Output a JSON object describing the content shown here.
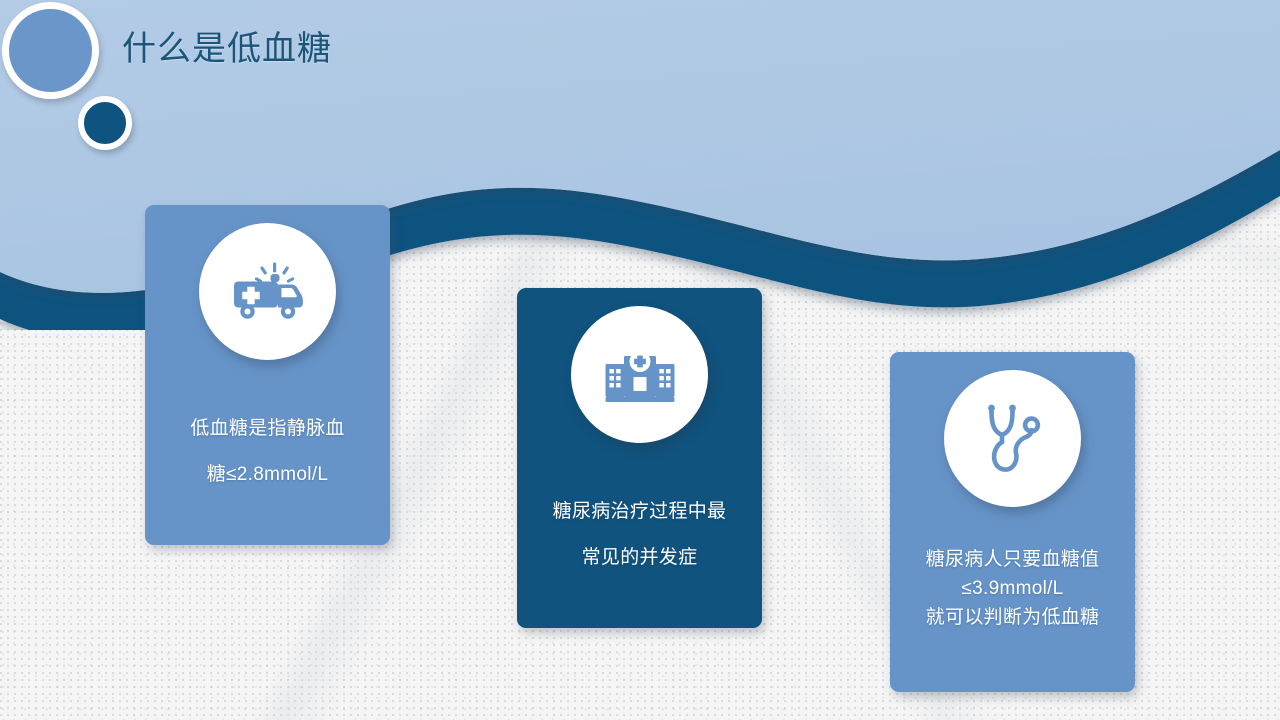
{
  "slide": {
    "title": "什么是低血糖",
    "background_color": "#f5f5f5",
    "header_color": "#aec9e4",
    "accent_navy": "#10537f",
    "accent_blue": "#6694c9"
  },
  "decor": {
    "big_circle": "big-blue-circle",
    "small_circle": "small-navy-circle"
  },
  "cards": [
    {
      "icon": "ambulance-icon",
      "theme": "blue",
      "lines": [
        "低血糖是指静脉血",
        "糖≤2.8mmol/L"
      ]
    },
    {
      "icon": "hospital-icon",
      "theme": "navy",
      "lines": [
        "糖尿病治疗过程中最",
        "常见的并发症"
      ]
    },
    {
      "icon": "stethoscope-icon",
      "theme": "blue",
      "lines": [
        "糖尿病人只要血糖值",
        "≤3.9mmol/L",
        "就可以判断为低血糖"
      ]
    }
  ]
}
